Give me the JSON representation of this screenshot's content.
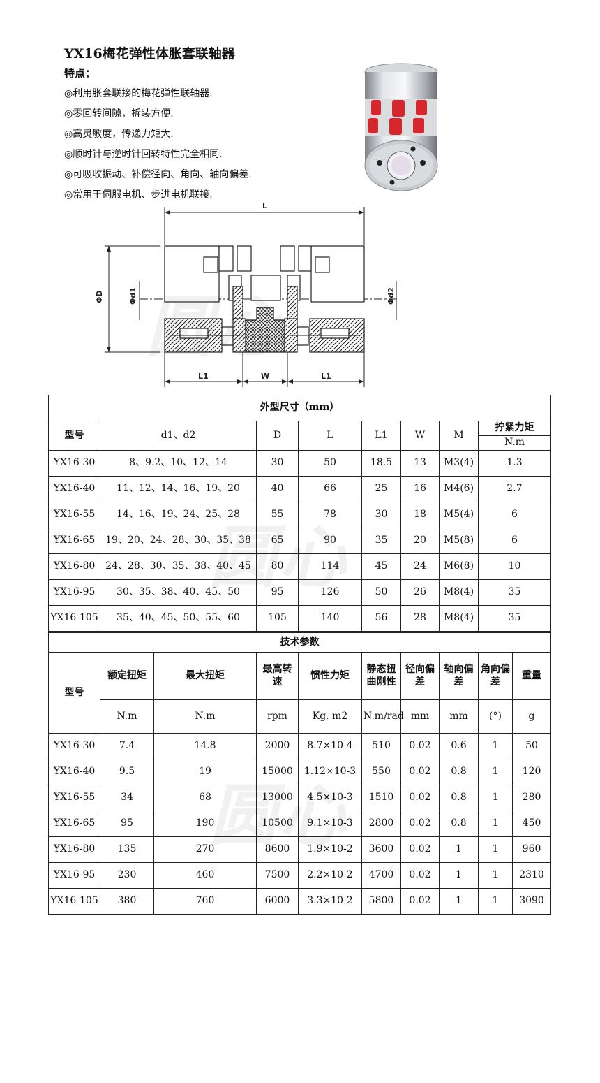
{
  "title": "YX16梅花弹性体胀套联轴器",
  "features_label": "特点：",
  "features": [
    "◎利用胀套联接的梅花弹性联轴器.",
    "◎零回转间隙，拆装方便.",
    "◎高灵敏度，传递力矩大.",
    "◎顺时针与逆时针回转特性完全相同.",
    "◎可吸收振动、补偿径向、角向、轴向偏差.",
    "◎常用于伺服电机、步进电机联接."
  ],
  "watermark": "圆心",
  "drawing_labels": {
    "L": "L",
    "D": "ΦD",
    "d1": "Φd1",
    "d2": "Φd2",
    "L1a": "L1",
    "W": "W",
    "L1b": "L1"
  },
  "colors": {
    "jaw_red": "#d8262e",
    "metal": "#b8bcc2",
    "line": "#222222"
  },
  "dims": {
    "caption": "外型尺寸（mm）",
    "headers": {
      "model": "型号",
      "bore": "d1、d2",
      "D": "D",
      "L": "L",
      "L1": "L1",
      "W": "W",
      "M": "M",
      "torque": "拧紧力矩",
      "torque_unit": "N.m"
    },
    "rows": [
      {
        "model": "YX16-30",
        "bore": "8、9.2、10、12、14",
        "D": "30",
        "L": "50",
        "L1": "18.5",
        "W": "13",
        "M": "M3(4)",
        "torque": "1.3"
      },
      {
        "model": "YX16-40",
        "bore": "11、12、14、16、19、20",
        "D": "40",
        "L": "66",
        "L1": "25",
        "W": "16",
        "M": "M4(6)",
        "torque": "2.7"
      },
      {
        "model": "YX16-55",
        "bore": "14、16、19、24、25、28",
        "D": "55",
        "L": "78",
        "L1": "30",
        "W": "18",
        "M": "M5(4)",
        "torque": "6"
      },
      {
        "model": "YX16-65",
        "bore": "19、20、24、28、30、35、38",
        "D": "65",
        "L": "90",
        "L1": "35",
        "W": "20",
        "M": "M5(8)",
        "torque": "6"
      },
      {
        "model": "YX16-80",
        "bore": "24、28、30、35、38、40、45",
        "D": "80",
        "L": "114",
        "L1": "45",
        "W": "24",
        "M": "M6(8)",
        "torque": "10"
      },
      {
        "model": "YX16-95",
        "bore": "30、35、38、40、45、50",
        "D": "95",
        "L": "126",
        "L1": "50",
        "W": "26",
        "M": "M8(4)",
        "torque": "35"
      },
      {
        "model": "YX16-105",
        "bore": "35、40、45、50、55、60",
        "D": "105",
        "L": "140",
        "L1": "56",
        "W": "28",
        "M": "M8(4)",
        "torque": "35"
      }
    ]
  },
  "tech": {
    "caption": "技术参数",
    "headers": {
      "model": "型号",
      "rated": "额定扭矩",
      "max": "最大扭矩",
      "speed": "最高转速",
      "inertia": "惯性力矩",
      "stiffness": "静态扭曲刚性",
      "radial": "径向偏差",
      "axial": "轴向偏差",
      "angular": "角向偏差",
      "weight": "重量"
    },
    "units": {
      "rated": "N.m",
      "max": "N.m",
      "speed": "rpm",
      "inertia": "Kg. m2",
      "stiffness": "N.m/rad",
      "radial": "mm",
      "axial": "mm",
      "angular": "(°)",
      "weight": "g"
    },
    "rows": [
      {
        "model": "YX16-30",
        "rated": "7.4",
        "max": "14.8",
        "speed": "2000",
        "inertia": "8.7×10-4",
        "stiffness": "510",
        "radial": "0.02",
        "axial": "0.6",
        "angular": "1",
        "weight": "50"
      },
      {
        "model": "YX16-40",
        "rated": "9.5",
        "max": "19",
        "speed": "15000",
        "inertia": "1.12×10-3",
        "stiffness": "550",
        "radial": "0.02",
        "axial": "0.8",
        "angular": "1",
        "weight": "120"
      },
      {
        "model": "YX16-55",
        "rated": "34",
        "max": "68",
        "speed": "13000",
        "inertia": "4.5×10-3",
        "stiffness": "1510",
        "radial": "0.02",
        "axial": "0.8",
        "angular": "1",
        "weight": "280"
      },
      {
        "model": "YX16-65",
        "rated": "95",
        "max": "190",
        "speed": "10500",
        "inertia": "9.1×10-3",
        "stiffness": "2800",
        "radial": "0.02",
        "axial": "0.8",
        "angular": "1",
        "weight": "450"
      },
      {
        "model": "YX16-80",
        "rated": "135",
        "max": "270",
        "speed": "8600",
        "inertia": "1.9×10-2",
        "stiffness": "3600",
        "radial": "0.02",
        "axial": "1",
        "angular": "1",
        "weight": "960"
      },
      {
        "model": "YX16-95",
        "rated": "230",
        "max": "460",
        "speed": "7500",
        "inertia": "2.2×10-2",
        "stiffness": "4700",
        "radial": "0.02",
        "axial": "1",
        "angular": "1",
        "weight": "2310"
      },
      {
        "model": "YX16-105",
        "rated": "380",
        "max": "760",
        "speed": "6000",
        "inertia": "3.3×10-2",
        "stiffness": "5800",
        "radial": "0.02",
        "axial": "1",
        "angular": "1",
        "weight": "3090"
      }
    ]
  }
}
